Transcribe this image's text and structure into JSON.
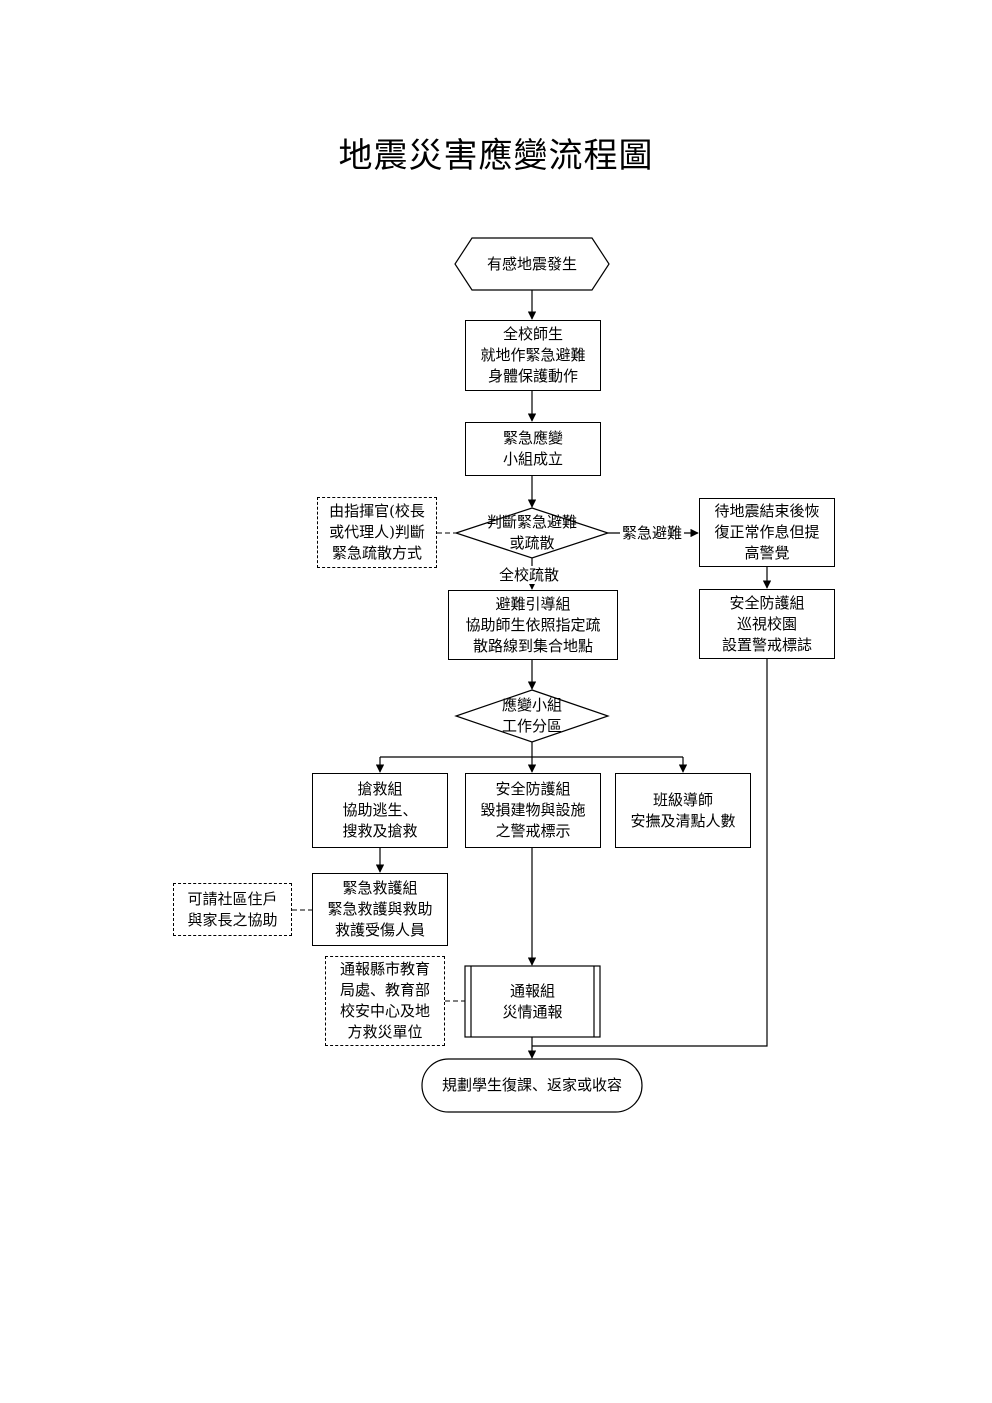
{
  "title": "地震災害應變流程圖",
  "nodes": {
    "start": [
      "有感地震發生"
    ],
    "all_protect": [
      "全校師生",
      "就地作緊急避難",
      "身體保護動作"
    ],
    "team_formed": [
      "緊急應變",
      "小組成立"
    ],
    "decision": [
      "判斷緊急避難",
      "或疏散"
    ],
    "commander": [
      "由指揮官(校長",
      "或代理人)判斷",
      "緊急疏散方式"
    ],
    "wait_quake": [
      "待地震結束後恢",
      "復正常作息但提",
      "高警覺"
    ],
    "guide_team": [
      "避難引導組",
      "協助師生依照指定疏",
      "散路線到集合地點"
    ],
    "security_patrol": [
      "安全防護組",
      "巡視校園",
      "設置警戒標誌"
    ],
    "zone_decision": [
      "應變小組",
      "工作分區"
    ],
    "rescue": [
      "搶救組",
      "協助逃生、",
      "搜救及搶救"
    ],
    "security_damage": [
      "安全防護組",
      "毀損建物與設施",
      "之警戒標示"
    ],
    "teacher": [
      "班級導師",
      "安撫及清點人數"
    ],
    "community": [
      "可請社區住戶",
      "與家長之協助"
    ],
    "first_aid": [
      "緊急救護組",
      "緊急救護與救助",
      "救護受傷人員"
    ],
    "notify_units": [
      "通報縣市教育",
      "局處、教育部",
      "校安中心及地",
      "方救災單位"
    ],
    "report": [
      "通報組",
      "災情通報"
    ],
    "end": [
      "規劃學生復課、返家或收容"
    ]
  },
  "edge_labels": {
    "emergency_evac": "緊急避難",
    "school_evac": "全校疏散"
  }
}
